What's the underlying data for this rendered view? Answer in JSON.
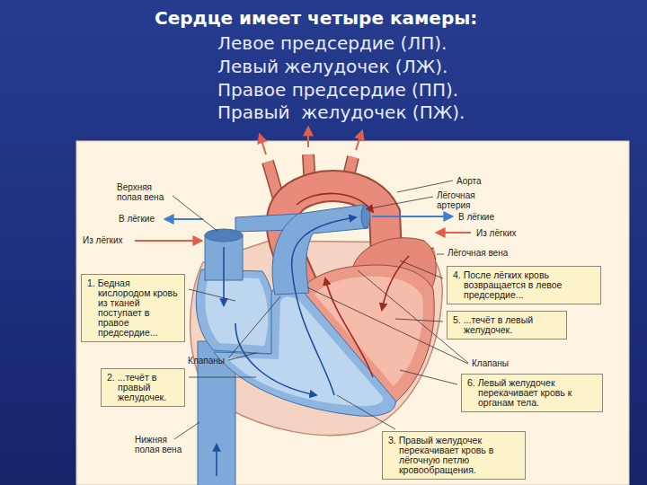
{
  "diagram": {
    "title": "Сердце имеет четыре камеры:",
    "nodes": [
      {
        "text": [
          "1. Бедная кислородом кровь из тканей поступает в правое предсердие..."
        ]
      },
      {
        "text": [
          "2. ...течёт в правый желудочек."
        ]
      },
      {
        "text": [
          "3. Правый желудочек перекачивает кровь в лёгочную петлю кровообращения."
        ]
      },
      {
        "text": [
          "4. После лёгких кровь возвращается в левое предсердие..."
        ]
      },
      {
        "text": [
          "5. ...течёт в левый желудочек."
        ]
      },
      {
        "text": [
          "6. Левый желудочек перекачивает кровь к органам тела."
        ]
      }
    ],
    "labels": [
      "Левое предсердие (ЛП).",
      "Левый желудочек (ЛЖ).",
      "Правое предсердие (ПП).",
      "Правый  желудочек (ПЖ).",
      "Верхняя полая вена",
      "В лёгкие",
      "Из лёгких",
      "Аорта",
      "Лёгочная артерия",
      "В лёгкие",
      "Из лёгких",
      "Лёгочная вена",
      "Клапаны",
      "Клапаны",
      "Нижняя полая вена"
    ]
  }
}
